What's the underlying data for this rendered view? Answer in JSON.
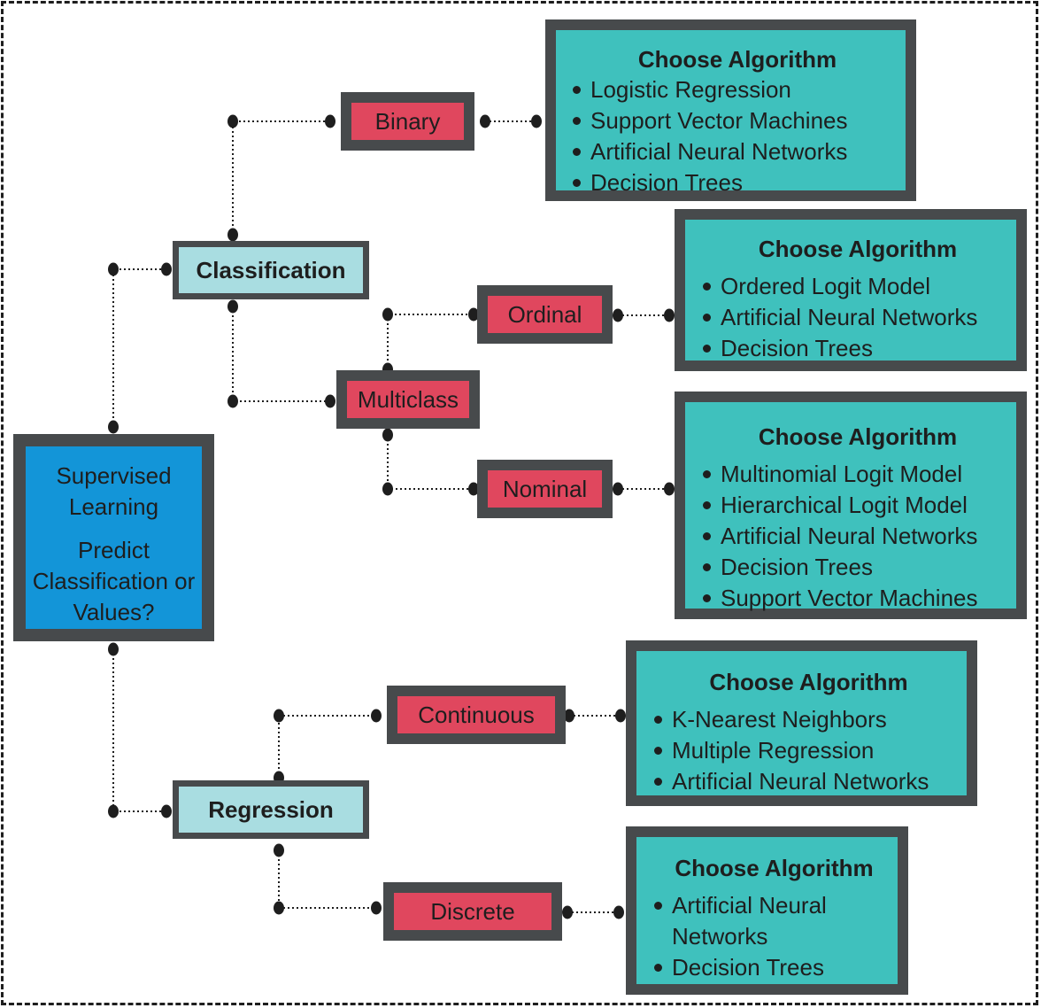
{
  "root": {
    "title": "Supervised Learning",
    "question": "Predict Classification or Values?"
  },
  "categories": {
    "classification": "Classification",
    "regression": "Regression"
  },
  "types": {
    "binary": "Binary",
    "multiclass": "Multiclass",
    "ordinal": "Ordinal",
    "nominal": "Nominal",
    "continuous": "Continuous",
    "discrete": "Discrete"
  },
  "algorithms": {
    "binary": {
      "title": "Choose Algorithm",
      "items": [
        "Logistic Regression",
        "Support Vector  Machines",
        "Artificial Neural Networks",
        "Decision Trees"
      ]
    },
    "ordinal": {
      "title": "Choose Algorithm",
      "items": [
        "Ordered Logit Model",
        "Artificial Neural Networks",
        "Decision Trees"
      ]
    },
    "nominal": {
      "title": "Choose Algorithm",
      "items": [
        "Multinomial Logit Model",
        "Hierarchical Logit Model",
        "Artificial Neural Networks",
        "Decision Trees",
        "Support Vector Machines"
      ]
    },
    "continuous": {
      "title": "Choose Algorithm",
      "items": [
        "K-Nearest Neighbors",
        "Multiple Regression",
        "Artificial Neural Networks"
      ]
    },
    "discrete": {
      "title": "Choose Algorithm",
      "items": [
        "Artificial Neural Networks",
        "Decision Trees"
      ]
    }
  },
  "colors": {
    "root": "#1395d8",
    "category": "#a9dde1",
    "type": "#e0475e",
    "algorithm": "#3fc1bd",
    "border": "#474a4c",
    "connector": "#1e1e1e"
  }
}
